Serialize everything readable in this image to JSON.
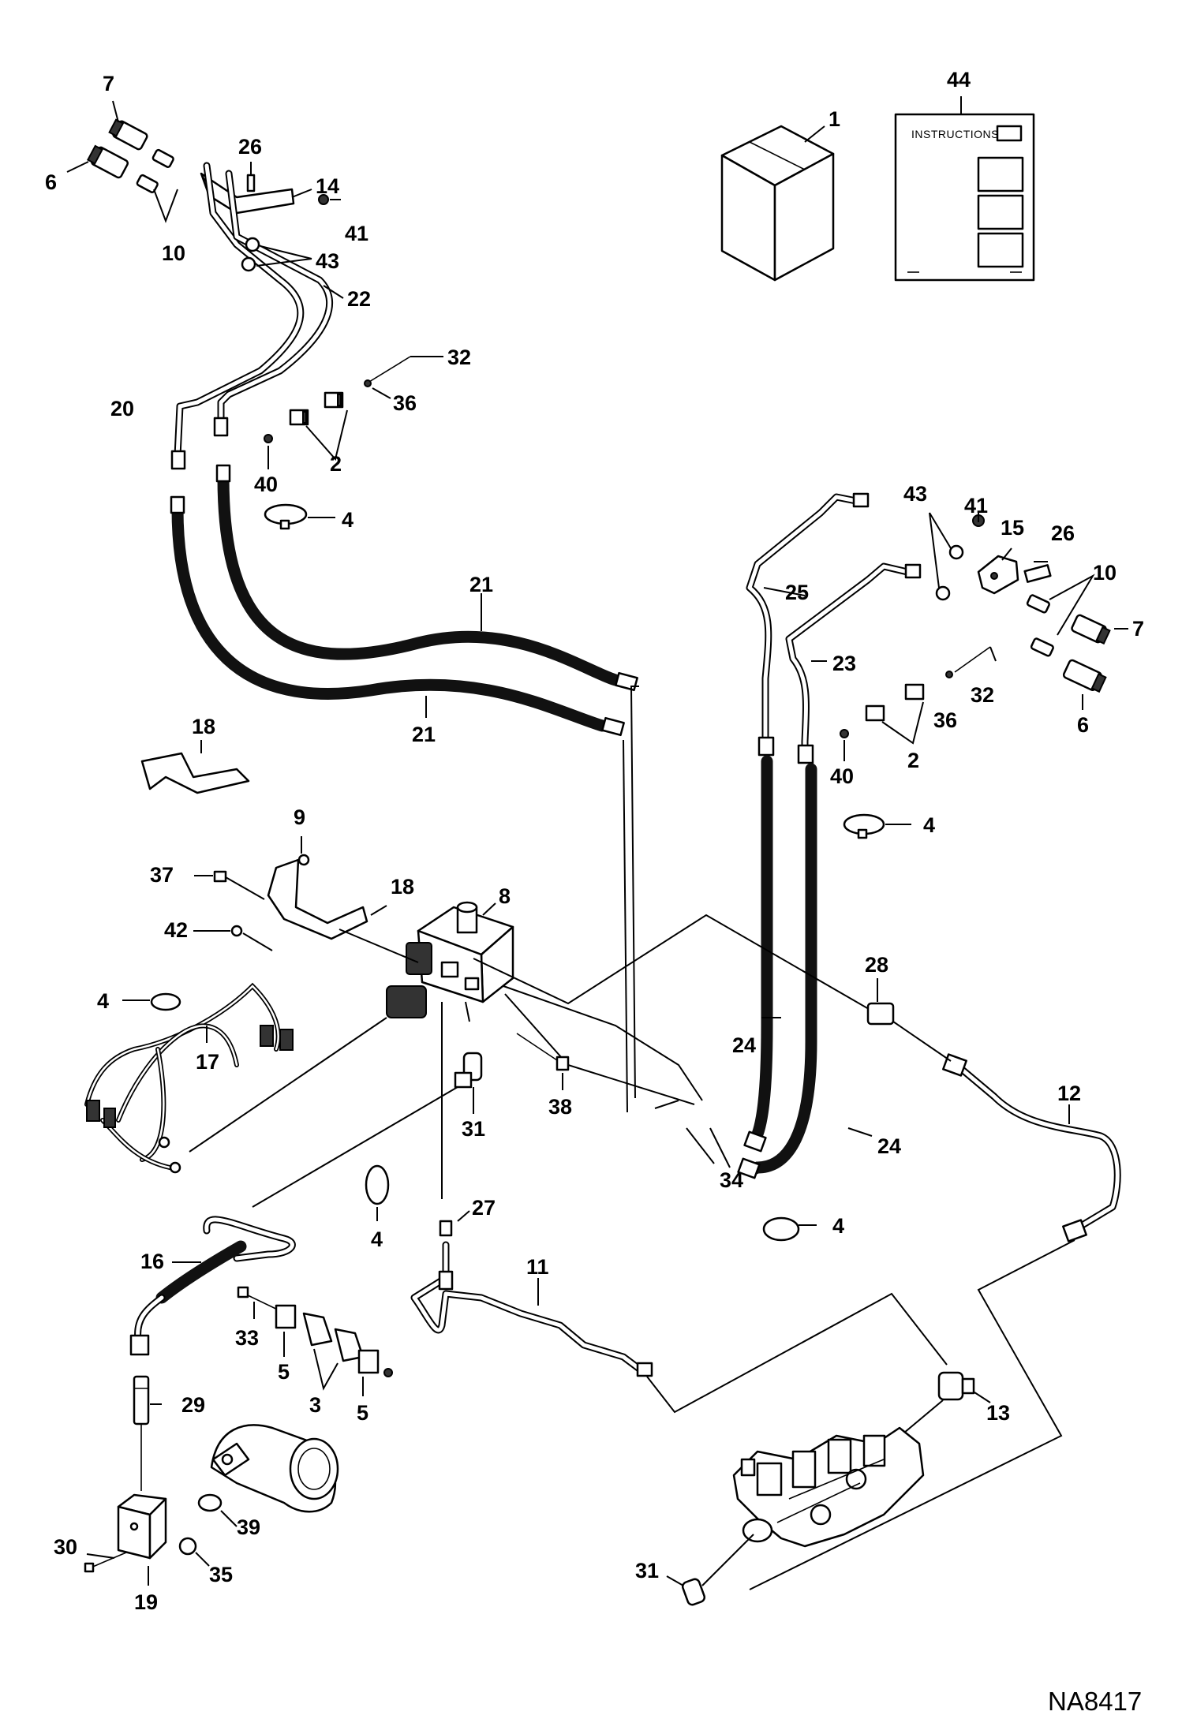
{
  "diagram": {
    "reference_code": "NA8417",
    "instructions_label": "INSTRUCTIONS",
    "callouts": {
      "c1": "1",
      "c44": "44",
      "c7a": "7",
      "c6a": "6",
      "c26a": "26",
      "c14": "14",
      "c41a": "41",
      "c10a": "10",
      "c43a": "43",
      "c22": "22",
      "c32a": "32",
      "c36a": "36",
      "c20": "20",
      "c40a": "40",
      "c2a": "2",
      "c4a": "4",
      "c21a": "21",
      "c21b": "21",
      "c43b": "43",
      "c41b": "41",
      "c15": "15",
      "c26b": "26",
      "c10b": "10",
      "c25": "25",
      "c7b": "7",
      "c23": "23",
      "c32b": "32",
      "c6b": "6",
      "c36b": "36",
      "c18a": "18",
      "c2b": "2",
      "c40b": "40",
      "c4b": "4",
      "c9": "9",
      "c37": "37",
      "c18b": "18",
      "c8": "8",
      "c42": "42",
      "c28": "28",
      "c4c": "4",
      "c17": "17",
      "c24a": "24",
      "c12": "12",
      "c31a": "31",
      "c38": "38",
      "c34": "34",
      "c24b": "24",
      "c27": "27",
      "c4d": "4",
      "c4e": "4",
      "c16": "16",
      "c11": "11",
      "c33": "33",
      "c5a": "5",
      "c3": "3",
      "c5b": "5",
      "c13": "13",
      "c29": "29",
      "c39": "39",
      "c30": "30",
      "c35": "35",
      "c19": "19",
      "c31b": "31"
    }
  }
}
